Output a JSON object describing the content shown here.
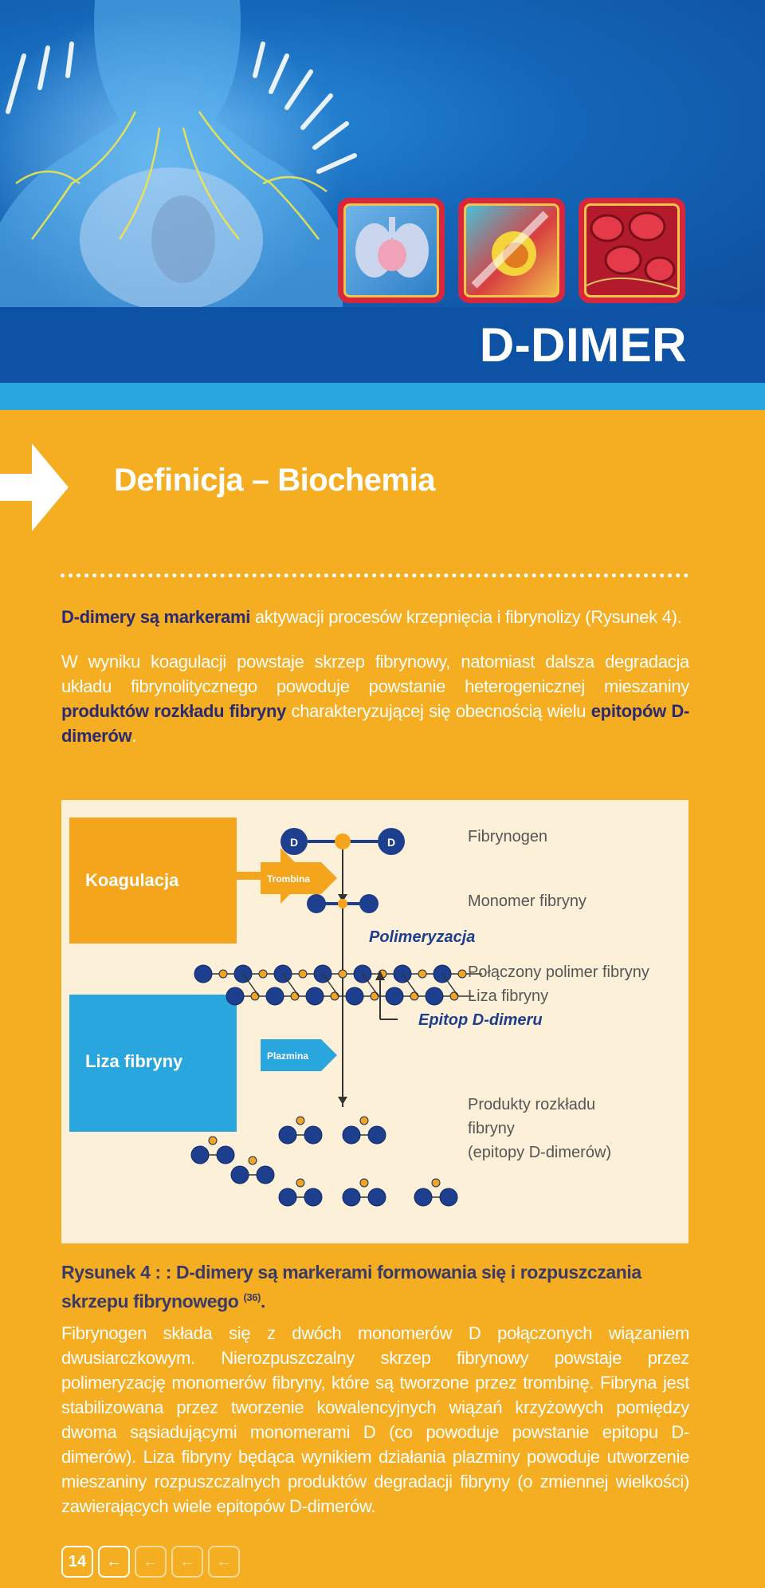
{
  "header": {
    "title": "D-DIMER",
    "thumbnails": [
      "lungs-heart-icon",
      "thrombus-icon",
      "red-blood-cells-icon"
    ]
  },
  "section": {
    "title": "Definicja – Biochemia"
  },
  "intro": {
    "p1": [
      {
        "t": "D-dimery są markerami",
        "b": true
      },
      {
        "t": " aktywacji procesów krzepnięcia i fibrynolizy (Rysunek 4).",
        "b": false
      }
    ],
    "p2": [
      {
        "t": "W wyniku koagulacji powstaje skrzep fibrynowy, natomiast dalsza degradacja układu fibrynolitycznego powoduje powstanie heterogenicznej mieszaniny ",
        "b": false
      },
      {
        "t": "produktów rozkładu fibryny",
        "b": true
      },
      {
        "t": " charakteryzującej się obecnością wielu ",
        "b": false
      },
      {
        "t": "epitopów D-dimerów",
        "b": true
      },
      {
        "t": ".",
        "b": false
      }
    ]
  },
  "figure": {
    "box_coag": "Koagulacja",
    "box_lysis": "Liza fibryny",
    "arrow_thrombin": "Trombina",
    "arrow_plasmin": "Plazmina",
    "label_fibrinogen": "Fibrynogen",
    "label_monomer": "Monomer fibryny",
    "label_polymerization": "Polimeryzacja",
    "label_polymer": "Połączony polimer fibryny",
    "label_lysis": "Liza fibryny",
    "label_epitope": "Epitop D-dimeru",
    "label_products_1": "Produkty rozkładu",
    "label_products_2": "fibryny",
    "label_products_3": "(epitopy D-dimerów)",
    "d_letter": "D",
    "colors": {
      "orange": "#f4a51c",
      "blue": "#2aa6df",
      "navy": "#1d3f8e",
      "bg": "#fdf0d8"
    }
  },
  "caption": {
    "text": "Rysunek 4 : : D-dimery są markerami formowania się i rozpuszczania skrzepu fibrynowego ",
    "ref": "(36)",
    "end": "."
  },
  "body": {
    "p3": "Fibrynogen składa się z dwóch monomerów D połączonych wiązaniem dwusiarczkowym. Nierozpuszczalny skrzep fibrynowy powstaje przez polimeryzację monomerów fibryny, które są tworzone przez trombinę. Fibryna jest stabilizowana przez tworzenie kowalencyjnych wiązań krzyżowych pomiędzy dwoma sąsiadującymi monomerami D (co powoduje powstanie epitopu D-dimerów). Liza fibryny będąca wynikiem działania plazminy powoduje utworzenie mieszaniny rozpuszczalnych produktów degradacji fibryny (o zmiennej wielkości) zawierających wiele epitopów D-dimerów."
  },
  "footer": {
    "page_number": "14",
    "nav_icons": [
      "arrow-left-icon",
      "arrow-left-icon",
      "arrow-left-icon",
      "arrow-left-icon"
    ]
  }
}
